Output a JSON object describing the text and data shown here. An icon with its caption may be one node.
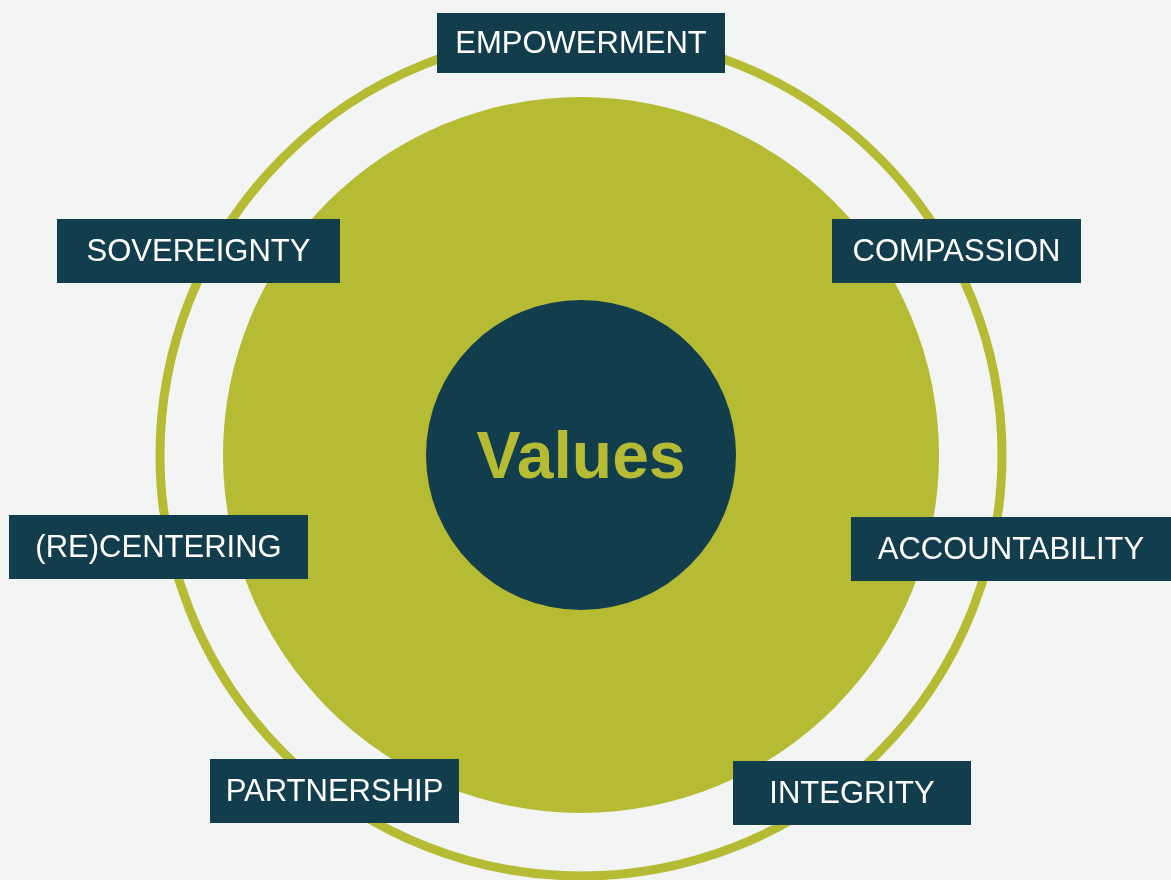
{
  "diagram": {
    "nodes": [
      {
        "text": [
          "EMPOWERMENT"
        ]
      },
      {
        "text": [
          "SOVEREIGNTY"
        ]
      },
      {
        "text": [
          "COMPASSION"
        ]
      },
      {
        "text": [
          "Values"
        ]
      },
      {
        "text": [
          "(RE)CENTERING"
        ]
      },
      {
        "text": [
          "ACCOUNTABILITY"
        ]
      },
      {
        "text": [
          "PARTNERSHIP"
        ]
      },
      {
        "text": [
          "INTEGRITY"
        ]
      }
    ]
  }
}
